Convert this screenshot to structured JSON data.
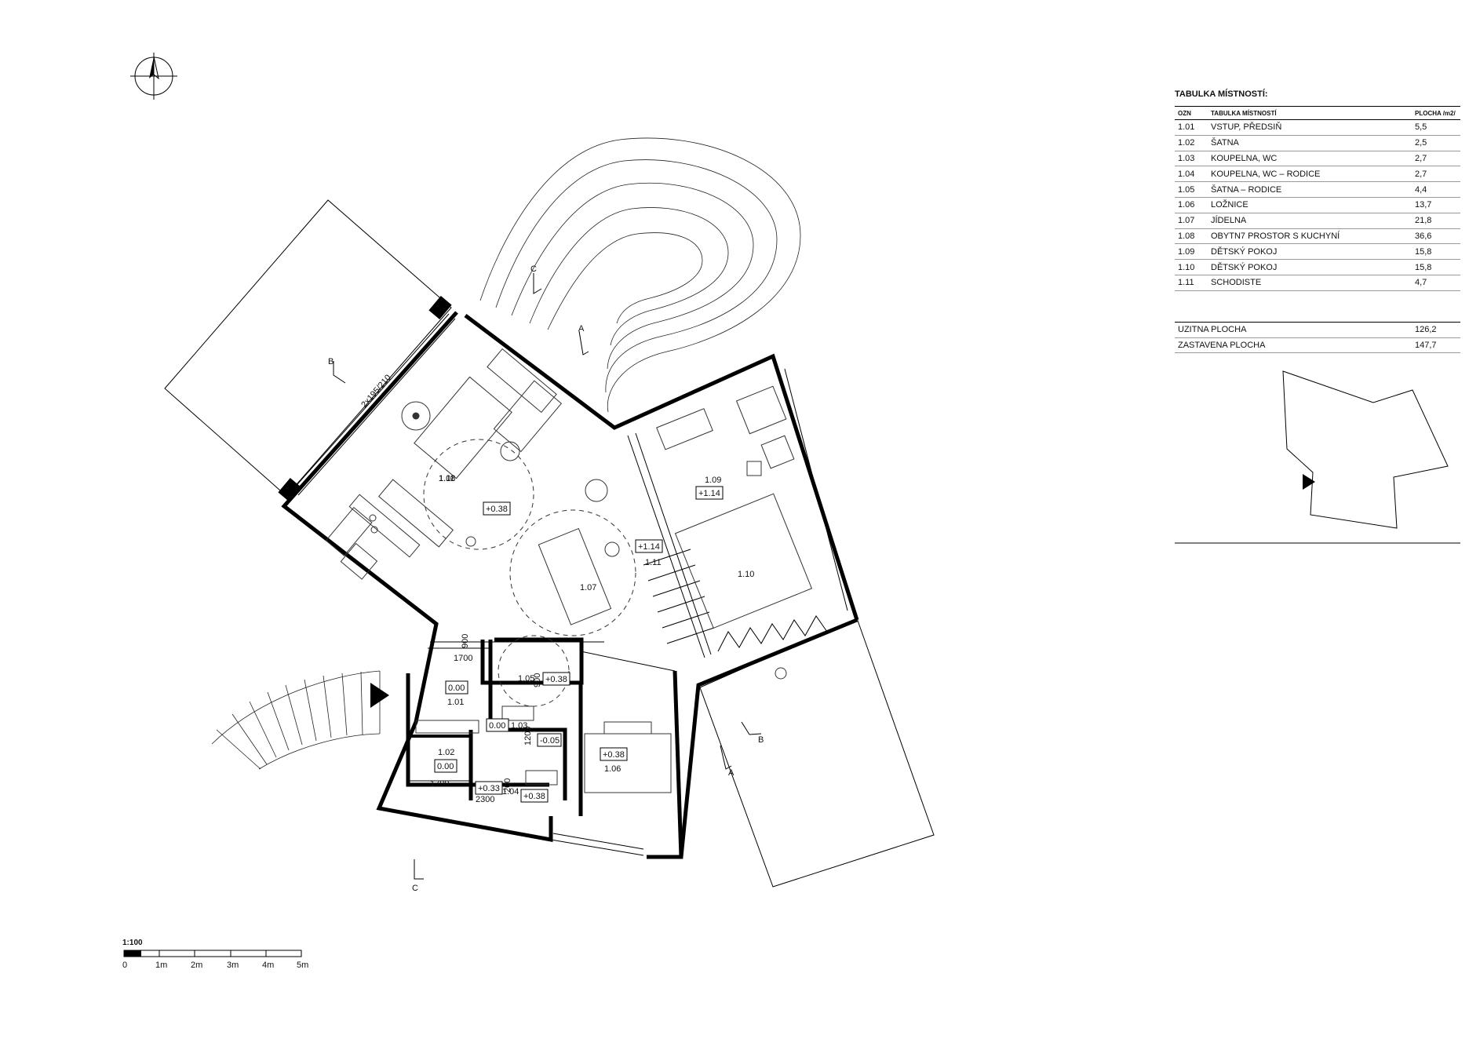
{
  "room_table": {
    "title": "TABULKA MÍSTNOSTÍ:",
    "headers": [
      "OZN",
      "TABULKA MÍSTNOSTÍ",
      "PLOCHA /m2/"
    ],
    "rows": [
      {
        "code": "1.01",
        "name": "VSTUP, PŘEDSIŇ",
        "area": "5,5"
      },
      {
        "code": "1.02",
        "name": "ŠATNA",
        "area": "2,5"
      },
      {
        "code": "1.03",
        "name": "KOUPELNA, WC",
        "area": "2,7"
      },
      {
        "code": "1.04",
        "name": "KOUPELNA, WC – RODICE",
        "area": "2,7"
      },
      {
        "code": "1.05",
        "name": "ŠATNA – RODICE",
        "area": "4,4"
      },
      {
        "code": "1.06",
        "name": "LOŽNICE",
        "area": "13,7"
      },
      {
        "code": "1.07",
        "name": "JÍDELNA",
        "area": "21,8"
      },
      {
        "code": "1.08",
        "name": "OBYTN7 PROSTOR S KUCHYNÍ",
        "area": "36,6"
      },
      {
        "code": "1.09",
        "name": "DĚTSKÝ POKOJ",
        "area": "15,8"
      },
      {
        "code": "1.10",
        "name": "DĚTSKÝ POKOJ",
        "area": "15,8"
      },
      {
        "code": "1.11",
        "name": "SCHODISTE",
        "area": "4,7"
      }
    ]
  },
  "summary": [
    {
      "label": "UZITNA PLOCHA",
      "value": "126,2"
    },
    {
      "label": "ZASTAVENA PLOCHA",
      "value": "147,7"
    }
  ],
  "scale": {
    "label": "1:100",
    "ticks": [
      "0",
      "1m",
      "2m",
      "3m",
      "4m",
      "5m"
    ]
  },
  "plan": {
    "rooms": [
      {
        "code": "1.01",
        "level": "0.00"
      },
      {
        "code": "1.02",
        "level": "0.00"
      },
      {
        "code": "1.03",
        "level": "0.00",
        "level2": "-0.05"
      },
      {
        "code": "1.04",
        "level": "+0.33",
        "level2": "+0.38"
      },
      {
        "code": "1.05",
        "level": "+0.38"
      },
      {
        "code": "1.06",
        "level": "+0.38"
      },
      {
        "code": "1.07"
      },
      {
        "code": "1.08",
        "level": "+0.38"
      },
      {
        "code": "1.09",
        "level": "+1.14"
      },
      {
        "code": "1.10"
      },
      {
        "code": "1.11",
        "level": "+1.14"
      }
    ],
    "dimensions": [
      "1700",
      "1700",
      "2300",
      "1200",
      "900",
      "900",
      "200"
    ],
    "window_note": "2x195/210",
    "section_marks": [
      "A",
      "B",
      "C"
    ]
  }
}
